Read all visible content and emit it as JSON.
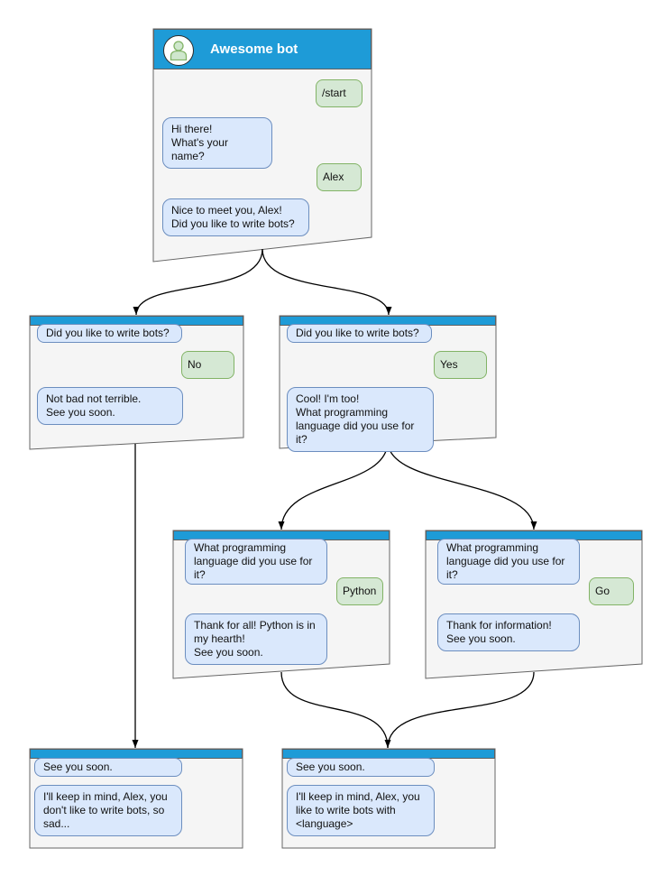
{
  "diagram": {
    "title": "Awesome bot",
    "colors": {
      "header_blue": "#1e9bd7",
      "window_fill": "#f5f5f5",
      "window_border": "#666666",
      "bot_bubble_fill": "#dae8fc",
      "bot_bubble_border": "#6c8ebf",
      "user_bubble_fill": "#d5e8d4",
      "user_bubble_border": "#82b366",
      "arrow_color": "#000000"
    },
    "windows": {
      "start": {
        "messages": [
          {
            "side": "user",
            "text": "/start"
          },
          {
            "side": "bot",
            "text": "Hi there!\nWhat's your name?"
          },
          {
            "side": "user",
            "text": "Alex"
          },
          {
            "side": "bot",
            "text": "Nice to meet you, Alex!\nDid you like to write bots?"
          }
        ]
      },
      "branch_no": {
        "messages": [
          {
            "side": "bot",
            "text": "Did you like to write bots?"
          },
          {
            "side": "user",
            "text": "No"
          },
          {
            "side": "bot",
            "text": "Not bad not terrible.\nSee you soon."
          }
        ]
      },
      "branch_yes": {
        "messages": [
          {
            "side": "bot",
            "text": "Did you like to write bots?"
          },
          {
            "side": "user",
            "text": "Yes"
          },
          {
            "side": "bot",
            "text": "Cool! I'm too!\nWhat programming\nlanguage did you use for it?"
          }
        ]
      },
      "branch_python": {
        "messages": [
          {
            "side": "bot",
            "text": "What programming\nlanguage did you use for it?"
          },
          {
            "side": "user",
            "text": "Python"
          },
          {
            "side": "bot",
            "text": "Thank for all! Python is in\nmy hearth!\nSee you soon."
          }
        ]
      },
      "branch_go": {
        "messages": [
          {
            "side": "bot",
            "text": "What programming\nlanguage did you use for it?"
          },
          {
            "side": "user",
            "text": "Go"
          },
          {
            "side": "bot",
            "text": "Thank for information!\nSee you soon."
          }
        ]
      },
      "end_no": {
        "messages": [
          {
            "side": "bot",
            "text": "See you soon."
          },
          {
            "side": "bot",
            "text": "I'll keep in mind, Alex, you\ndon't like to write bots, so\nsad..."
          }
        ]
      },
      "end_yes": {
        "messages": [
          {
            "side": "bot",
            "text": "See you soon."
          },
          {
            "side": "bot",
            "text": "I'll keep in mind, Alex, you\nlike to write bots with\n<language>"
          }
        ]
      }
    }
  }
}
